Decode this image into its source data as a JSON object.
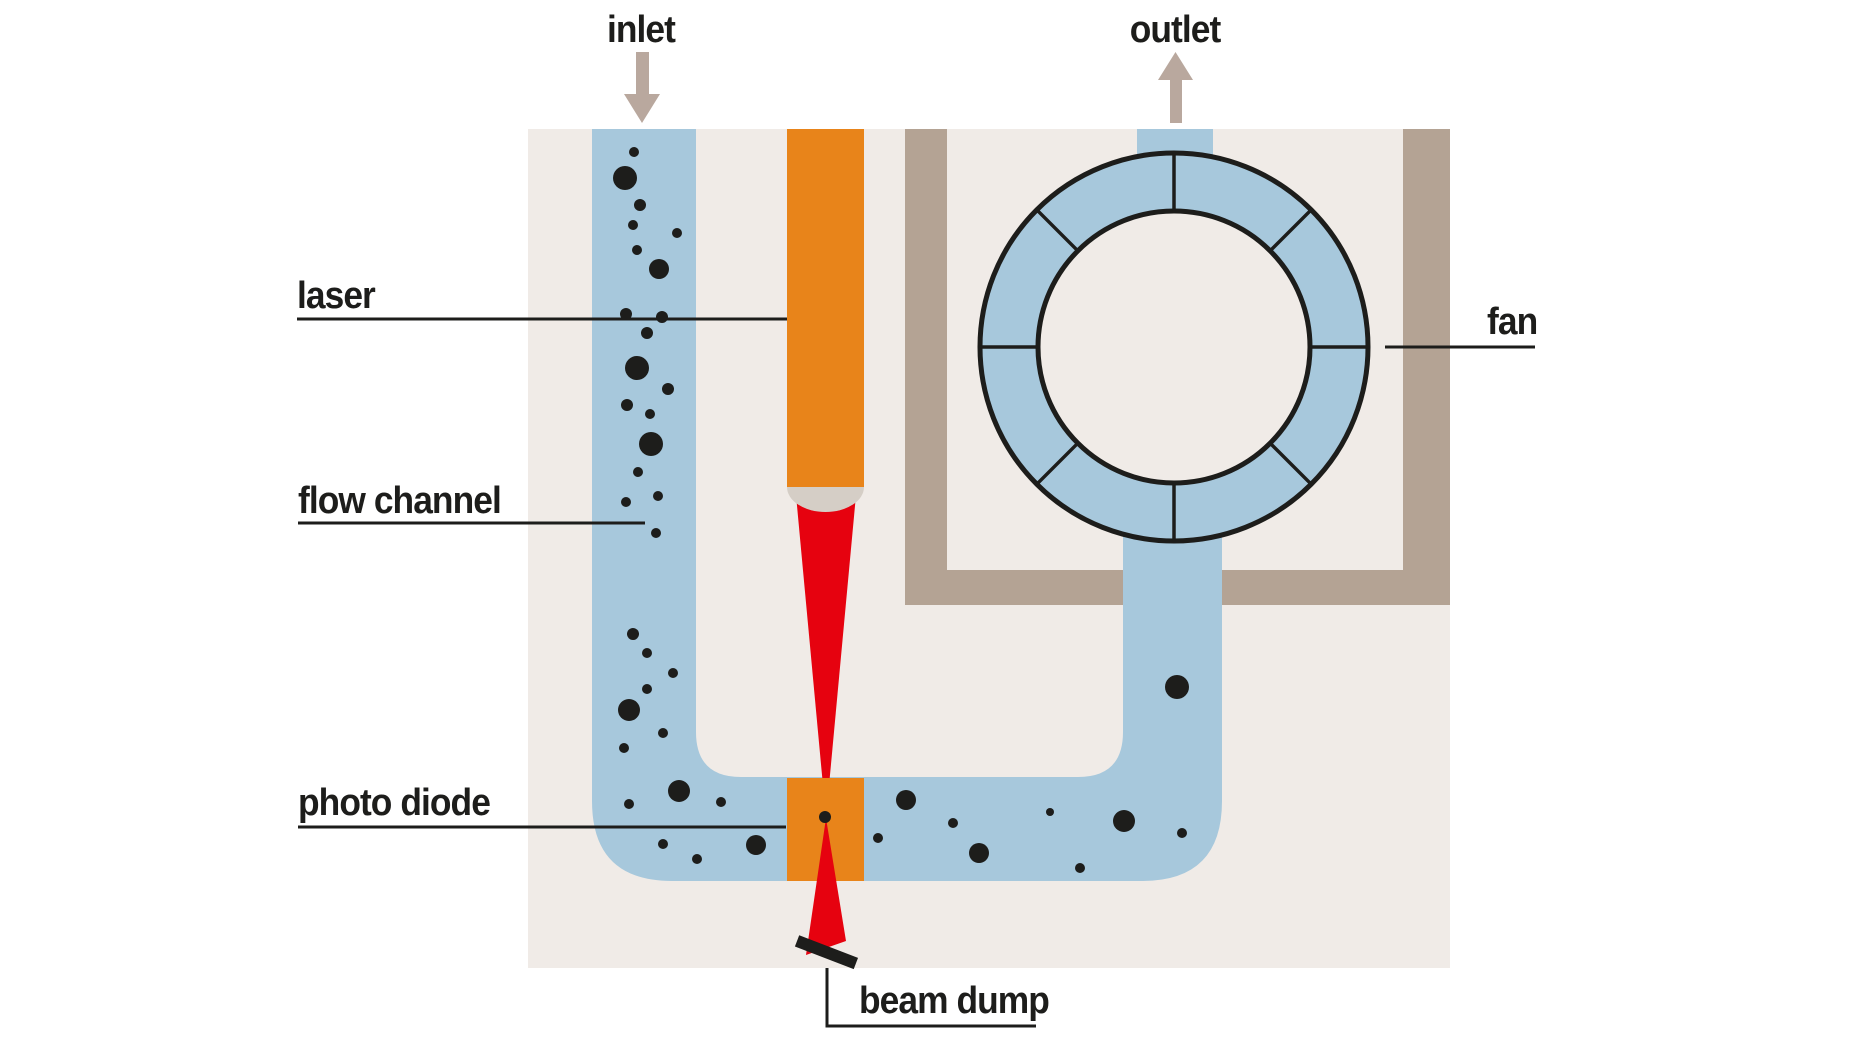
{
  "labels": {
    "inlet": "inlet",
    "outlet": "outlet",
    "laser": "laser",
    "flow_channel": "flow channel",
    "photo_diode": "photo diode",
    "fan": "fan",
    "beam_dump": "beam dump"
  },
  "colors": {
    "background": "#ffffff",
    "housing": "#f0ebe7",
    "channel_blue": "#a7c8dc",
    "laser_orange": "#e8841a",
    "duct_tan": "#b4a394",
    "flow_arrow": "#b9a89e",
    "beam_red": "#e6020f",
    "outline_ink": "#1d1d1b",
    "lens_gray": "#d5cec6"
  },
  "fan": {
    "segments": 8
  },
  "particles": [
    [
      634,
      152,
      5
    ],
    [
      625,
      178,
      12
    ],
    [
      640,
      205,
      6
    ],
    [
      633,
      225,
      5
    ],
    [
      677,
      233,
      5
    ],
    [
      637,
      250,
      5
    ],
    [
      659,
      269,
      10
    ],
    [
      626,
      314,
      6
    ],
    [
      662,
      317,
      6
    ],
    [
      647,
      333,
      6
    ],
    [
      637,
      368,
      12
    ],
    [
      668,
      389,
      6
    ],
    [
      627,
      405,
      6
    ],
    [
      650,
      414,
      5
    ],
    [
      651,
      444,
      12
    ],
    [
      638,
      472,
      5
    ],
    [
      658,
      496,
      5
    ],
    [
      626,
      502,
      5
    ],
    [
      656,
      533,
      5
    ],
    [
      633,
      634,
      6
    ],
    [
      647,
      653,
      5
    ],
    [
      673,
      673,
      5
    ],
    [
      647,
      689,
      5
    ],
    [
      629,
      710,
      11
    ],
    [
      663,
      733,
      5
    ],
    [
      624,
      748,
      5
    ],
    [
      679,
      791,
      11
    ],
    [
      629,
      804,
      5
    ],
    [
      721,
      802,
      5
    ],
    [
      663,
      844,
      5
    ],
    [
      756,
      845,
      10
    ],
    [
      697,
      859,
      5
    ],
    [
      906,
      800,
      10
    ],
    [
      878,
      838,
      5
    ],
    [
      953,
      823,
      5
    ],
    [
      979,
      853,
      10
    ],
    [
      1050,
      812,
      4
    ],
    [
      1124,
      821,
      11
    ],
    [
      1182,
      833,
      5
    ],
    [
      1080,
      868,
      5
    ],
    [
      1177,
      687,
      12
    ]
  ]
}
